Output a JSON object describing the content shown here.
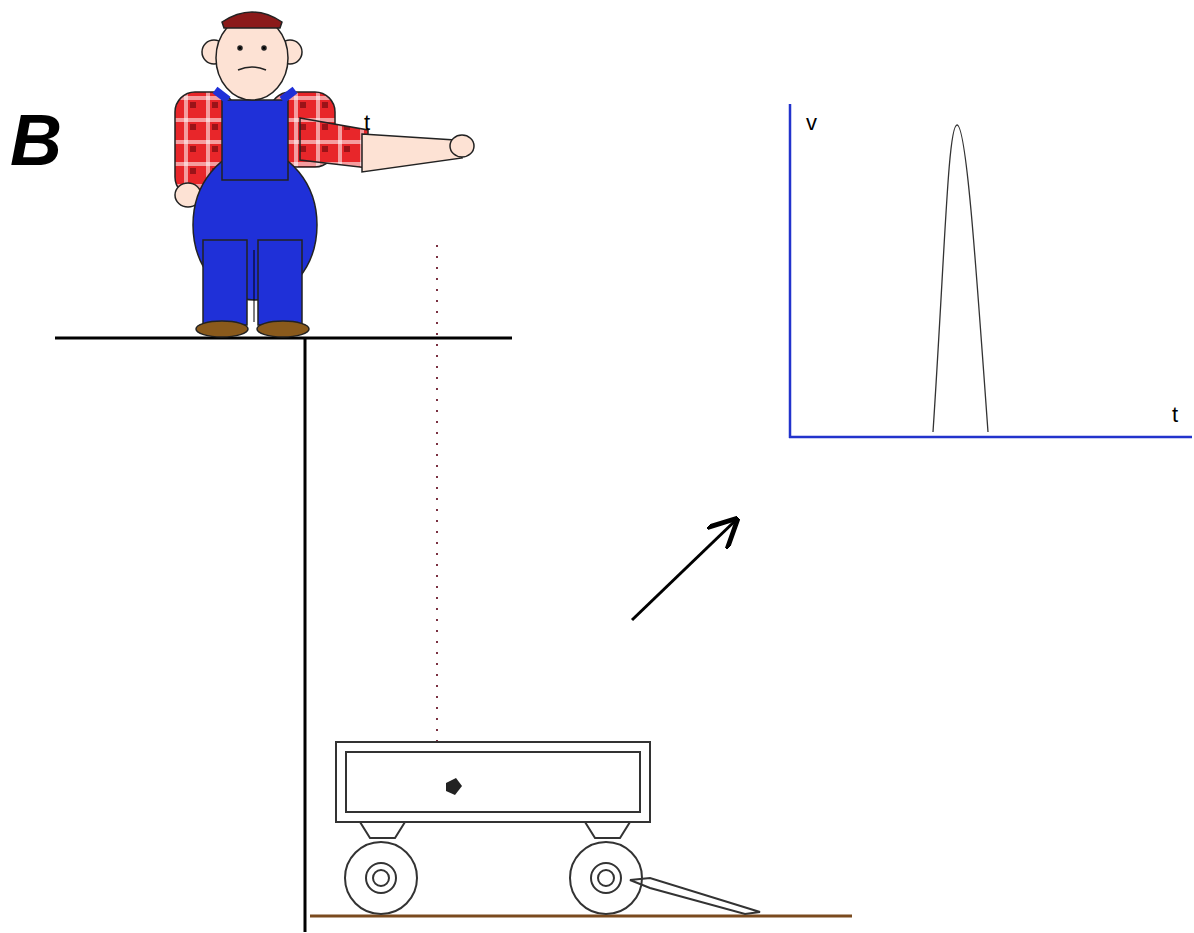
{
  "diagram": {
    "labels": [
      "B",
      "t",
      "v",
      "t"
    ]
  }
}
